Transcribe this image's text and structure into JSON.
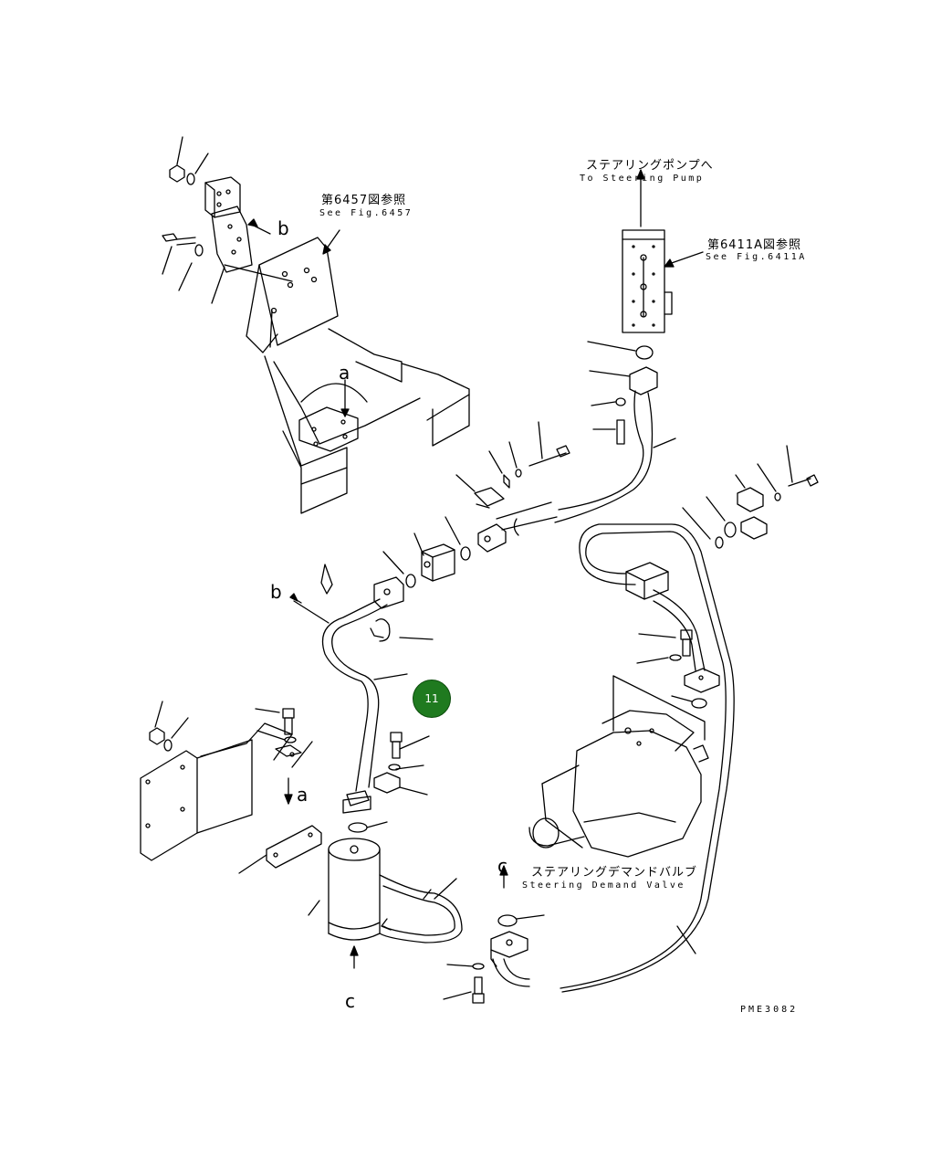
{
  "labels": {
    "steering_pump_jp": "ステアリングポンプへ",
    "steering_pump_en": "To Steering Pump",
    "fig6457_jp": "第6457図参照",
    "fig6457_en": "See Fig.6457",
    "fig6411a_jp": "第6411A図参照",
    "fig6411a_en": "See Fig.6411A",
    "demand_valve_jp": "ステアリングデマンドバルブ",
    "demand_valve_en": "Steering Demand Valve",
    "ref_a_top": "a",
    "ref_a_bottom": "a",
    "ref_b_top": "b",
    "ref_b_left": "b",
    "ref_c_valve": "c",
    "ref_c_filter": "c",
    "drawing_code": "PME3082"
  },
  "callout": {
    "number": "11",
    "color": "#1f7a1f"
  }
}
